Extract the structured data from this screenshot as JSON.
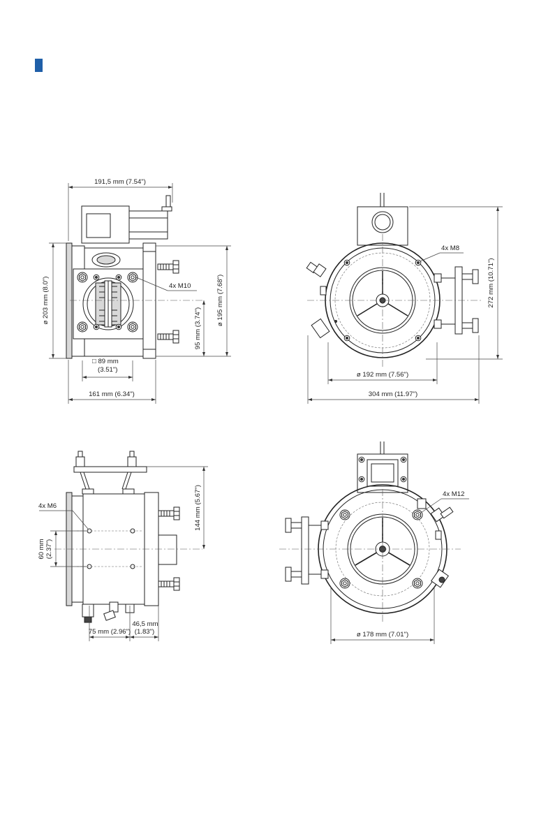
{
  "colors": {
    "accent_marker": "#1f5fa8",
    "line": "#222222"
  },
  "views": {
    "side_top": {
      "width_top": "191,5 mm (7.54\")",
      "flange_dia": "ø 203 mm (8.0\")",
      "bolts": "4x M10",
      "outer_dia": "ø 195 mm (7.68\")",
      "center_height": "95 mm (3.74\")",
      "square_size": "□ 89 mm",
      "square_size_in": "(3.51\")",
      "depth": "161 mm (6.34\")"
    },
    "front_top": {
      "bolts": "4x M8",
      "height": "272 mm (10.71\")",
      "bolt_circle": "ø 192 mm (7.56\")",
      "width": "304 mm (11.97\")"
    },
    "side_bottom": {
      "bolts": "4x M6",
      "spacing": "60 mm",
      "spacing_in": "(2.37\")",
      "height": "144 mm (5.67\")",
      "offset": "75 mm (2.96\")",
      "edge": "46,5 mm",
      "edge_in": "(1.83\")"
    },
    "rear_bottom": {
      "bolts": "4x M12",
      "bolt_circle": "ø 178 mm (7.01\")"
    }
  }
}
